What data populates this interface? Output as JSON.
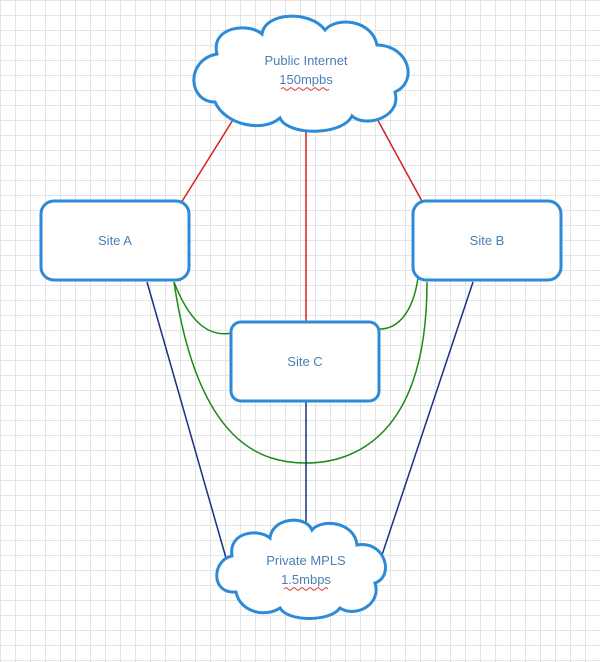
{
  "colors": {
    "node_stroke": "#2d8ad6",
    "node_fill": "#ffffff",
    "text": "#4a7fb5",
    "internet_link": "#d42020",
    "wan_link": "#1a8a1a",
    "mpls_link": "#1a2f80",
    "spellcheck": "#e03030",
    "grid": "#e4e4e4"
  },
  "nodes": {
    "internet": {
      "shape": "cloud",
      "name": "Public Internet",
      "speed": "150mpbs"
    },
    "site_a": {
      "shape": "rounded-rectangle",
      "name": "Site A"
    },
    "site_b": {
      "shape": "rounded-rectangle",
      "name": "Site B"
    },
    "site_c": {
      "shape": "rounded-rectangle",
      "name": "Site C"
    },
    "mpls": {
      "shape": "cloud",
      "name": "Private MPLS",
      "speed": "1.5mbps"
    }
  },
  "links": [
    {
      "from": "internet",
      "to": "site_a",
      "color": "internet_link"
    },
    {
      "from": "internet",
      "to": "site_c",
      "color": "internet_link"
    },
    {
      "from": "internet",
      "to": "site_b",
      "color": "internet_link"
    },
    {
      "from": "site_a",
      "to": "site_c",
      "color": "wan_link"
    },
    {
      "from": "site_b",
      "to": "site_c",
      "color": "wan_link"
    },
    {
      "from": "site_a",
      "to": "site_b",
      "color": "wan_link"
    },
    {
      "from": "site_a",
      "to": "mpls",
      "color": "mpls_link"
    },
    {
      "from": "site_c",
      "to": "mpls",
      "color": "mpls_link"
    },
    {
      "from": "site_b",
      "to": "mpls",
      "color": "mpls_link"
    }
  ]
}
